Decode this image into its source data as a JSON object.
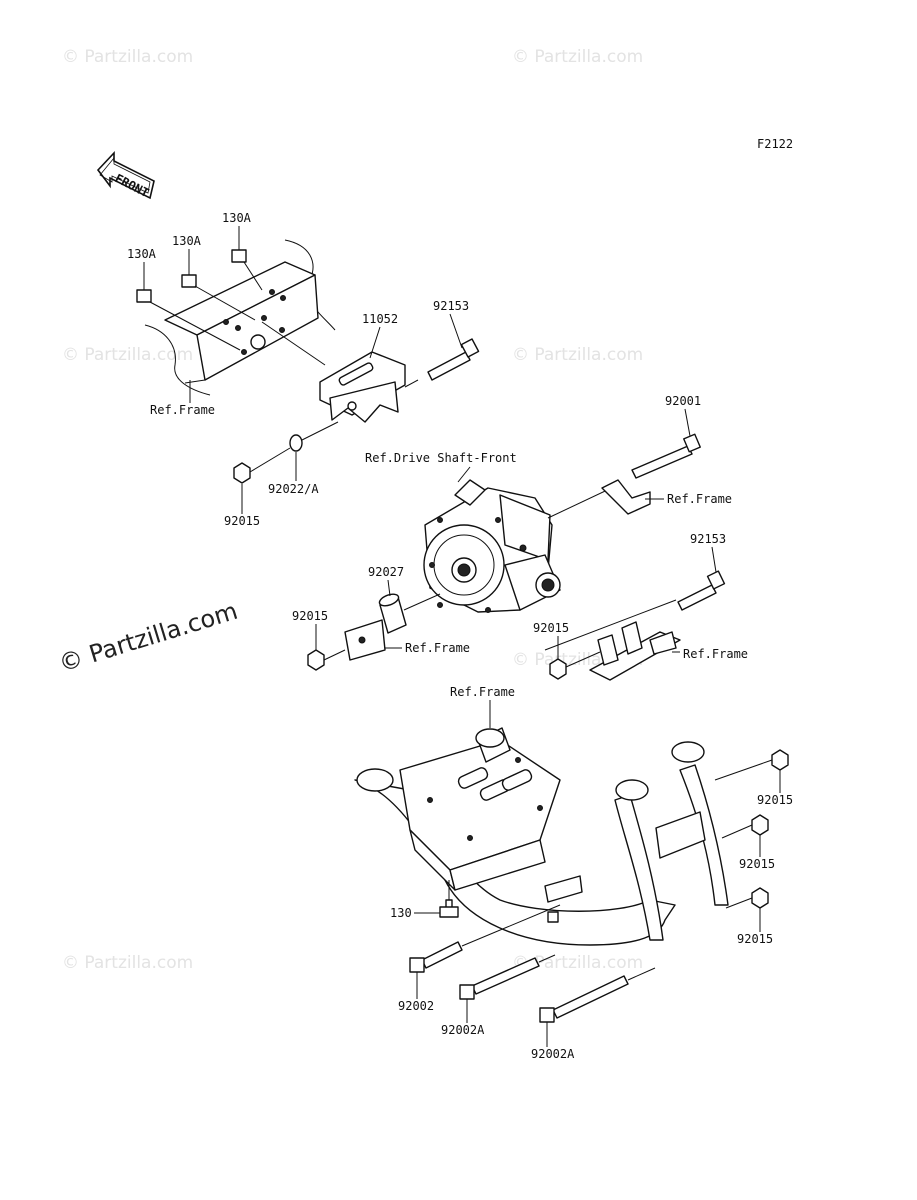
{
  "figure_code": "F2122",
  "front_arrow_label": "FRONT",
  "watermark": "© Partzilla.com",
  "labels": {
    "bolt_130a_1": "130A",
    "bolt_130a_2": "130A",
    "bolt_130a_3": "130A",
    "bracket_11052": "11052",
    "bolt_92153_top": "92153",
    "ref_frame_top": "Ref.Frame",
    "washer_92022a": "92022/A",
    "nut_92015_top": "92015",
    "ref_drive_shaft": "Ref.Drive Shaft-Front",
    "bolt_92001": "92001",
    "ref_frame_right": "Ref.Frame",
    "collar_92027": "92027",
    "bolt_92153_mid": "92153",
    "nut_92015_left": "92015",
    "ref_frame_left": "Ref.Frame",
    "nut_92015_mid": "92015",
    "ref_frame_mid_right": "Ref.Frame",
    "ref_frame_lower": "Ref.Frame",
    "nut_92015_r1": "92015",
    "nut_92015_r2": "92015",
    "nut_92015_r3": "92015",
    "bolt_130": "130",
    "bolt_92002": "92002",
    "bolt_92002a_1": "92002A",
    "bolt_92002a_2": "92002A"
  }
}
